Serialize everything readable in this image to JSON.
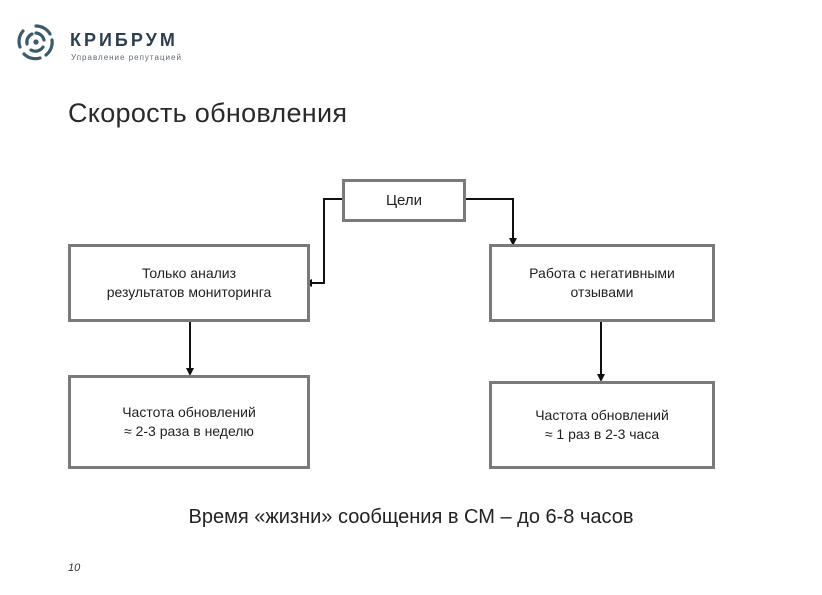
{
  "logo": {
    "name": "КРИБРУМ",
    "tagline": "Управление репутацией",
    "color": "#3a5a6e"
  },
  "title": "Скорость обновления",
  "diagram": {
    "root": "Цели",
    "left_branch": {
      "goal_lines": [
        "Только анализ",
        "результатов мониторинга"
      ],
      "result_lines": [
        "Частота обновлений",
        "≈ 2-3 раза в неделю"
      ]
    },
    "right_branch": {
      "goal_lines": [
        "Работа с негативными",
        "отзывами"
      ],
      "result_lines": [
        "Частота обновлений",
        "≈ 1 раз в 2-3 часа"
      ]
    }
  },
  "footer_text": "Время «жизни» сообщения в СМ – до 6-8 часов",
  "page_number": "10",
  "colors": {
    "box_border": "#7a7a7a",
    "connector": "#111111",
    "title": "#2a2a2a"
  }
}
